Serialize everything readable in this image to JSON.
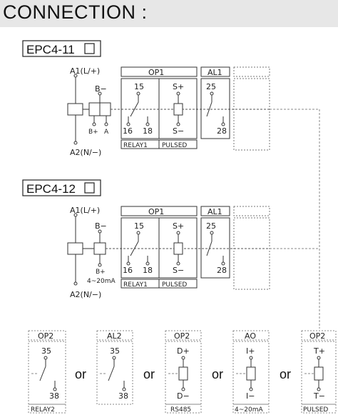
{
  "header": {
    "title": "CONNECTION :"
  },
  "models": [
    {
      "model": "EPC4-11",
      "supply_pos": "A1(L/+)",
      "supply_neg": "A2(N/−)",
      "input_top": "B−",
      "input_bottom_left": "B+",
      "input_bottom_right": "A",
      "op1_label": "OP1",
      "al1_label": "AL1",
      "relay_top": "15",
      "relay_bl": "16",
      "relay_br": "18",
      "pulsed_top": "S+",
      "pulsed_bottom": "S−",
      "al1_top": "25",
      "al1_bottom": "28",
      "relay_caption": "RELAY1",
      "pulsed_caption": "PULSED"
    },
    {
      "model": "EPC4-12",
      "supply_pos": "A1(L/+)",
      "supply_neg": "A2(N/−)",
      "input_top": "B−",
      "input_bottom": "B+",
      "input_note": "4~20mA",
      "op1_label": "OP1",
      "al1_label": "AL1",
      "relay_top": "15",
      "relay_bl": "16",
      "relay_br": "18",
      "pulsed_top": "S+",
      "pulsed_bottom": "S−",
      "al1_top": "25",
      "al1_bottom": "28",
      "relay_caption": "RELAY1",
      "pulsed_caption": "PULSED"
    }
  ],
  "options": [
    {
      "header": "OP2",
      "top": "35",
      "bottom": "38",
      "caption": "RELAY2"
    },
    {
      "header": "AL2",
      "top": "35",
      "bottom": "38",
      "caption": ""
    },
    {
      "header": "OP2",
      "top": "D+",
      "bottom": "D−",
      "caption": "RS485"
    },
    {
      "header": "AO",
      "top": "I+",
      "bottom": "I−",
      "caption": "4~20mA"
    },
    {
      "header": "OP2",
      "top": "T+",
      "bottom": "T−",
      "caption": "PULSED"
    }
  ],
  "or_label": "or"
}
